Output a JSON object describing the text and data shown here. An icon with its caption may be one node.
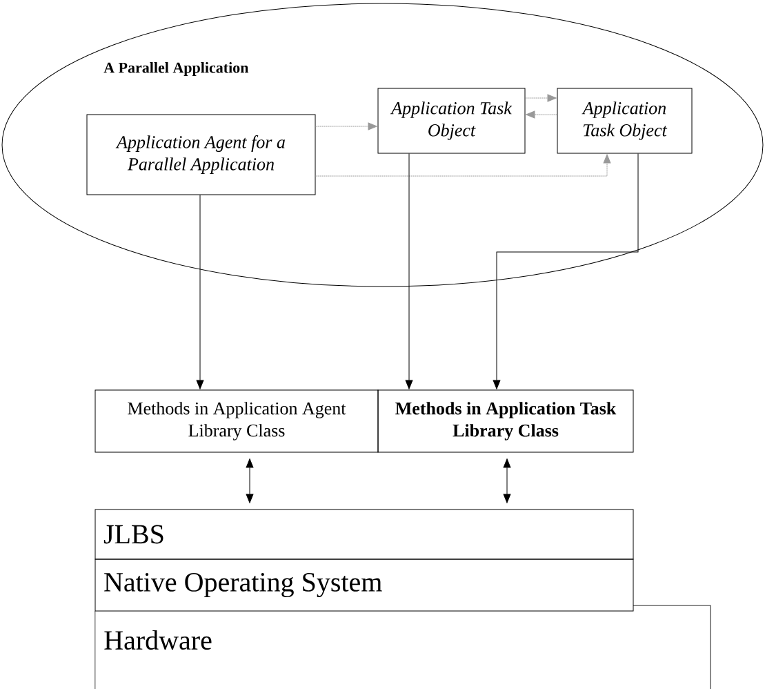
{
  "diagram": {
    "nodes": [
      {
        "text": [
          "A Parallel Application"
        ]
      },
      {
        "text": [
          "Application Agent for a Parallel Application"
        ],
        "in": 0
      },
      {
        "text": [
          "Application Task Object"
        ],
        "in": 0
      },
      {
        "text": [
          "Application Task Object"
        ],
        "in": 0
      },
      {
        "text": [
          "Methods in Application Agent Library Class"
        ]
      },
      {
        "text": [
          "Methods in Application Task Library Class"
        ]
      },
      {
        "text": [
          "JLBS"
        ]
      },
      {
        "text": [
          "Native Operating System"
        ]
      },
      {
        "text": [
          "Hardware"
        ]
      }
    ],
    "edges": [
      {
        "from": 1,
        "to": 2,
        "arrow": "to",
        "style": "dashed",
        "color": "#999999"
      },
      {
        "from": 2,
        "to": 3,
        "arrow": "to",
        "style": "dashed",
        "color": "#999999"
      },
      {
        "from": 3,
        "to": 2,
        "arrow": "to",
        "style": "dashed",
        "color": "#999999"
      },
      {
        "from": 1,
        "to": 3,
        "arrow": "to",
        "style": "dashed",
        "color": "#999999"
      },
      {
        "from": 1,
        "to": 4,
        "arrow": "to"
      },
      {
        "from": 2,
        "to": 5,
        "arrow": "to"
      },
      {
        "from": 3,
        "to": 5,
        "arrow": "to"
      },
      {
        "from": 4,
        "to": 6,
        "arrow": "both"
      },
      {
        "from": 5,
        "to": 6,
        "arrow": "both"
      }
    ]
  }
}
